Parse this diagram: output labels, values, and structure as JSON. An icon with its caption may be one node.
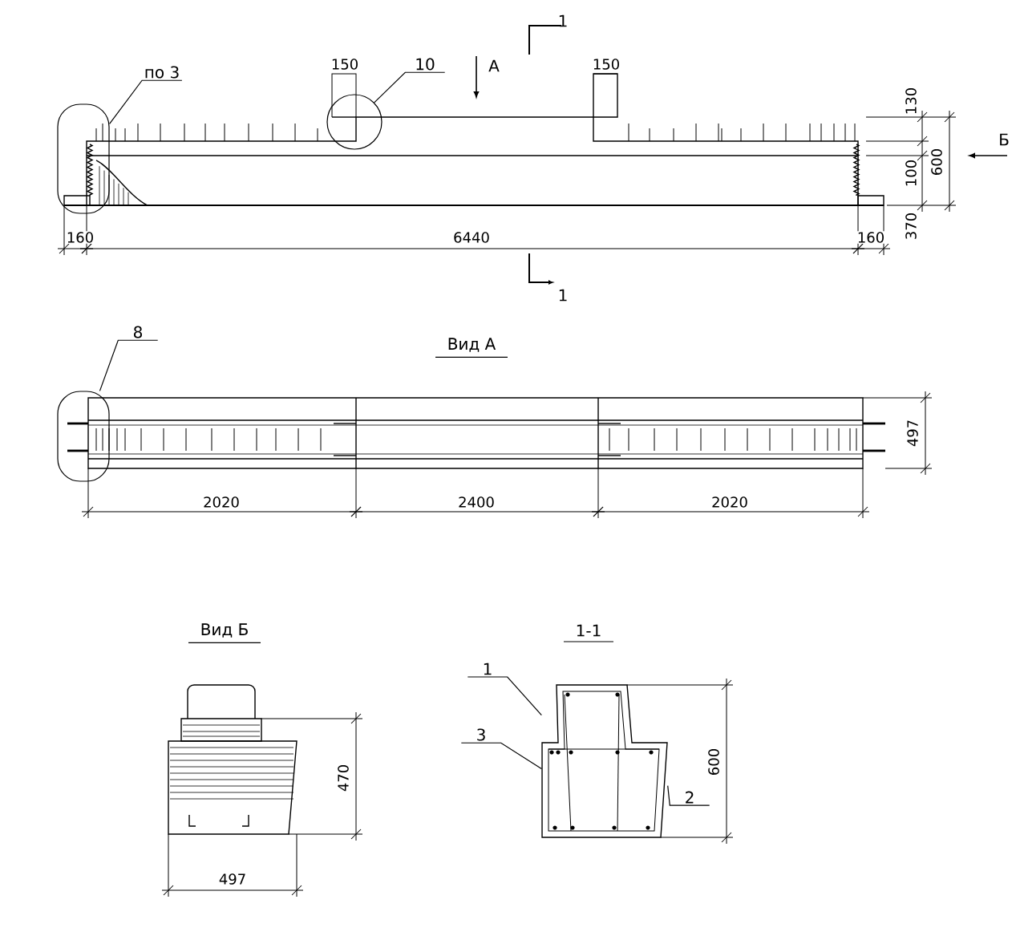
{
  "diagram": {
    "nodes": [
      {
        "text": [
          "по 3"
        ]
      },
      {
        "text": [],
        "shape": "oval"
      },
      {
        "text": [
          "10"
        ]
      },
      {
        "text": [],
        "shape": "circle"
      },
      {
        "text": [
          "8"
        ]
      },
      {
        "text": [],
        "shape": "oval"
      },
      {
        "text": [
          "1"
        ]
      },
      {
        "text": [
          "3"
        ]
      },
      {
        "text": [
          "2"
        ]
      },
      {
        "text": [],
        "shape": "picture"
      }
    ],
    "edges": [
      {
        "from": 0,
        "to": 1,
        "arrow": "none"
      },
      {
        "from": 2,
        "to": 3,
        "arrow": "none"
      },
      {
        "from": 4,
        "to": 5,
        "arrow": "none"
      },
      {
        "from": 6,
        "to": 9,
        "arrow": "none"
      },
      {
        "from": 7,
        "to": 9,
        "arrow": "none"
      },
      {
        "from": 8,
        "to": 9,
        "arrow": "none"
      }
    ],
    "labels": [
      "1",
      "150",
      "А",
      "150",
      "130",
      "Б",
      "600",
      "100",
      "370",
      "160",
      "6440",
      "160",
      "1",
      "Вид А",
      "497",
      "2020",
      "2400",
      "2020",
      "Вид Б",
      "470",
      "497",
      "1-1",
      "600"
    ]
  }
}
